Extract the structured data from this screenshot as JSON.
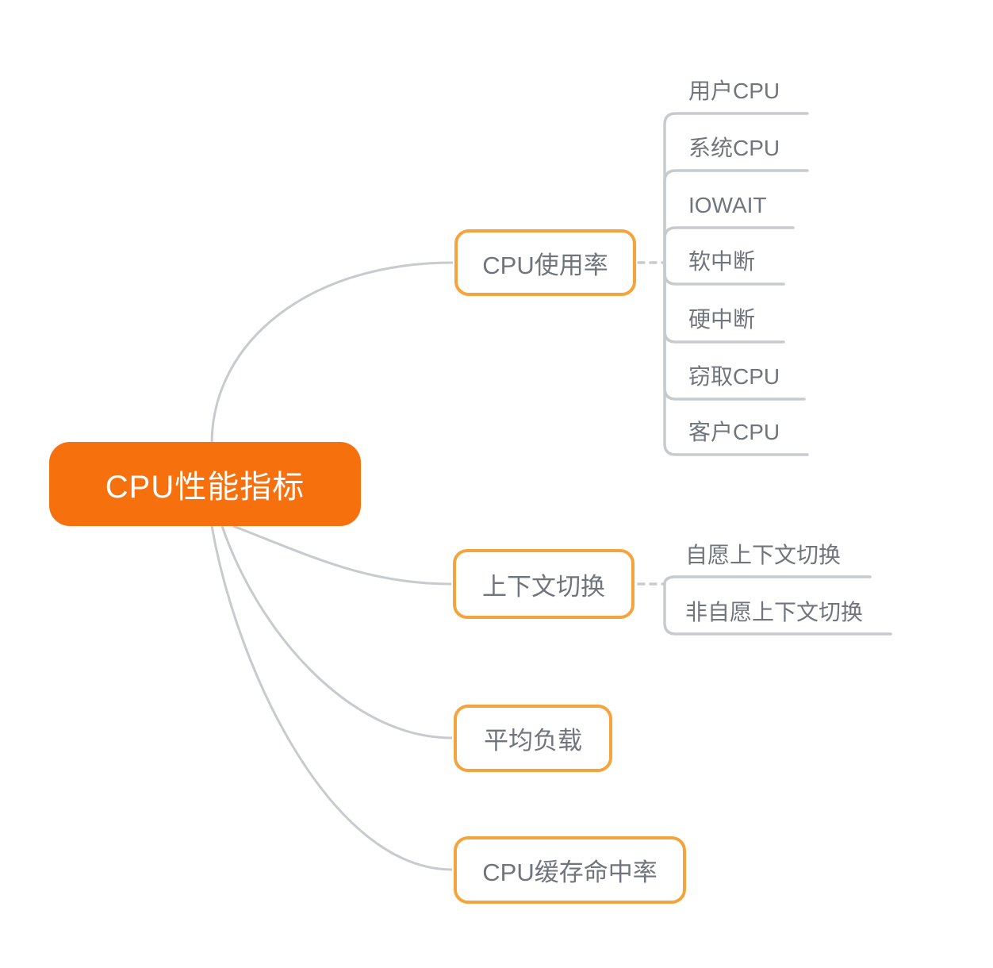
{
  "root": {
    "label": "CPU性能指标"
  },
  "branches": [
    {
      "label": "CPU使用率",
      "children": [
        {
          "label": "用户CPU"
        },
        {
          "label": "系统CPU"
        },
        {
          "label": "IOWAIT"
        },
        {
          "label": "软中断"
        },
        {
          "label": "硬中断"
        },
        {
          "label": "窃取CPU"
        },
        {
          "label": "客户CPU"
        }
      ]
    },
    {
      "label": "上下文切换",
      "children": [
        {
          "label": "自愿上下文切换"
        },
        {
          "label": "非自愿上下文切换"
        }
      ]
    },
    {
      "label": "平均负载",
      "children": []
    },
    {
      "label": "CPU缓存命中率",
      "children": []
    }
  ],
  "colors": {
    "root_fill": "#F7700E",
    "root_text": "#FFFFFF",
    "branch_border": "#F5A43C",
    "branch_fill": "#FFFFFF",
    "text_gray": "#70757D",
    "line_gray": "#C8CBCE",
    "canvas_bg": "#FFFFFF"
  }
}
